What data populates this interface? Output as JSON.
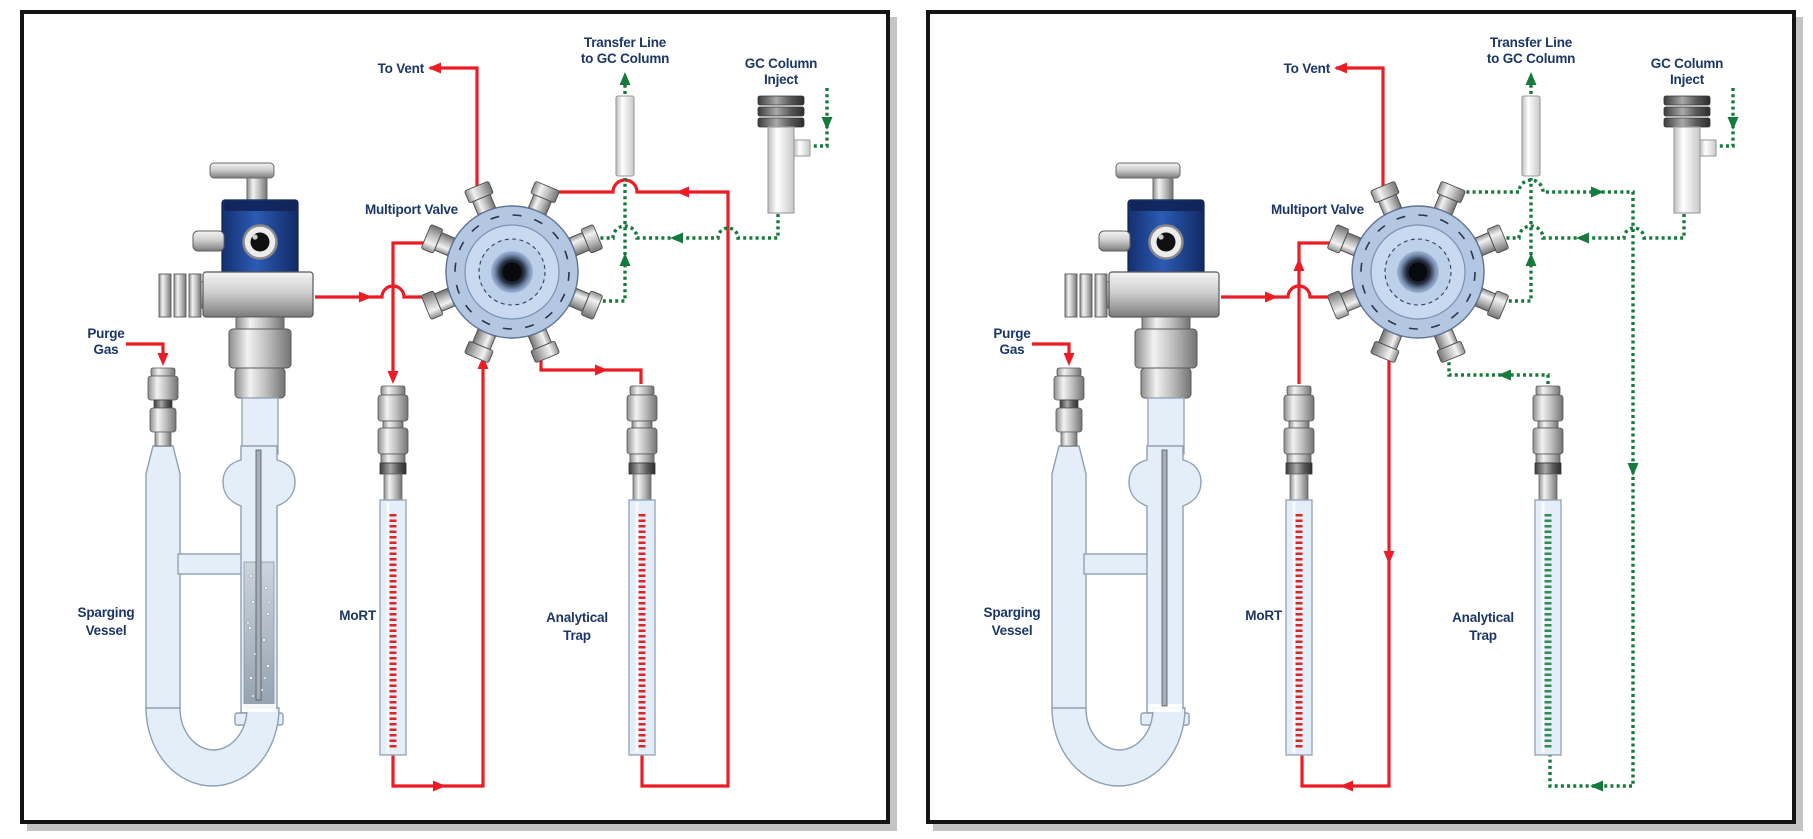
{
  "colors": {
    "red": "#ec1c24",
    "green": "#157a3b",
    "label": "#1c3667",
    "valve_body": "#b3c7e3",
    "valve_inner": "#c9d9ef",
    "glass": "#e3eef8",
    "liquid": "#b7c2cd",
    "panel_border": "#141414",
    "shadow": "#c4c4c4"
  },
  "panels": [
    {
      "id": "purge-mode",
      "labels": {
        "to_vent": "To Vent",
        "multiport_valve": "Multiport Valve",
        "transfer_line_1": "Transfer Line",
        "transfer_line_2": "to GC Column",
        "gc_inject_1": "GC Column",
        "gc_inject_2": "Inject",
        "purge_gas_1": "Purge",
        "purge_gas_2": "Gas",
        "sparging_vessel_1": "Sparging",
        "sparging_vessel_2": "Vessel",
        "mort": "MoRT",
        "analytical_trap_1": "Analytical",
        "analytical_trap_2": "Trap"
      }
    },
    {
      "id": "desorb-mode",
      "labels": {
        "to_vent": "To Vent",
        "multiport_valve": "Multiport Valve",
        "transfer_line_1": "Transfer Line",
        "transfer_line_2": "to GC Column",
        "gc_inject_1": "GC Column",
        "gc_inject_2": "Inject",
        "purge_gas_1": "Purge",
        "purge_gas_2": "Gas",
        "sparging_vessel_1": "Sparging",
        "sparging_vessel_2": "Vessel",
        "mort": "MoRT",
        "analytical_trap_1": "Analytical",
        "analytical_trap_2": "Trap"
      }
    }
  ]
}
